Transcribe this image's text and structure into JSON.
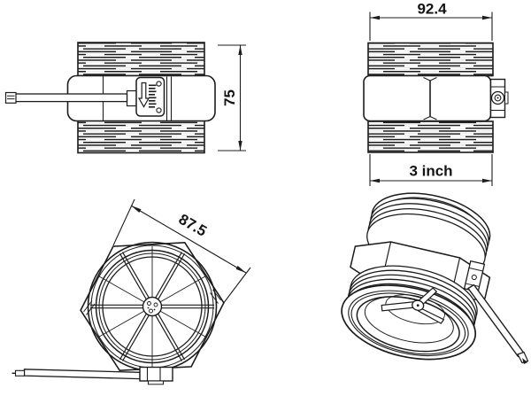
{
  "page": {
    "background_color": "#ffffff",
    "line_color": "#1c1c1c"
  },
  "dimensions": {
    "side_height_mm": "75",
    "body_width_mm": "92.4",
    "thread_size": "3 inch",
    "hex_flats_mm": "87.5"
  },
  "icons": {
    "flow_direction_arrow": "↓"
  }
}
